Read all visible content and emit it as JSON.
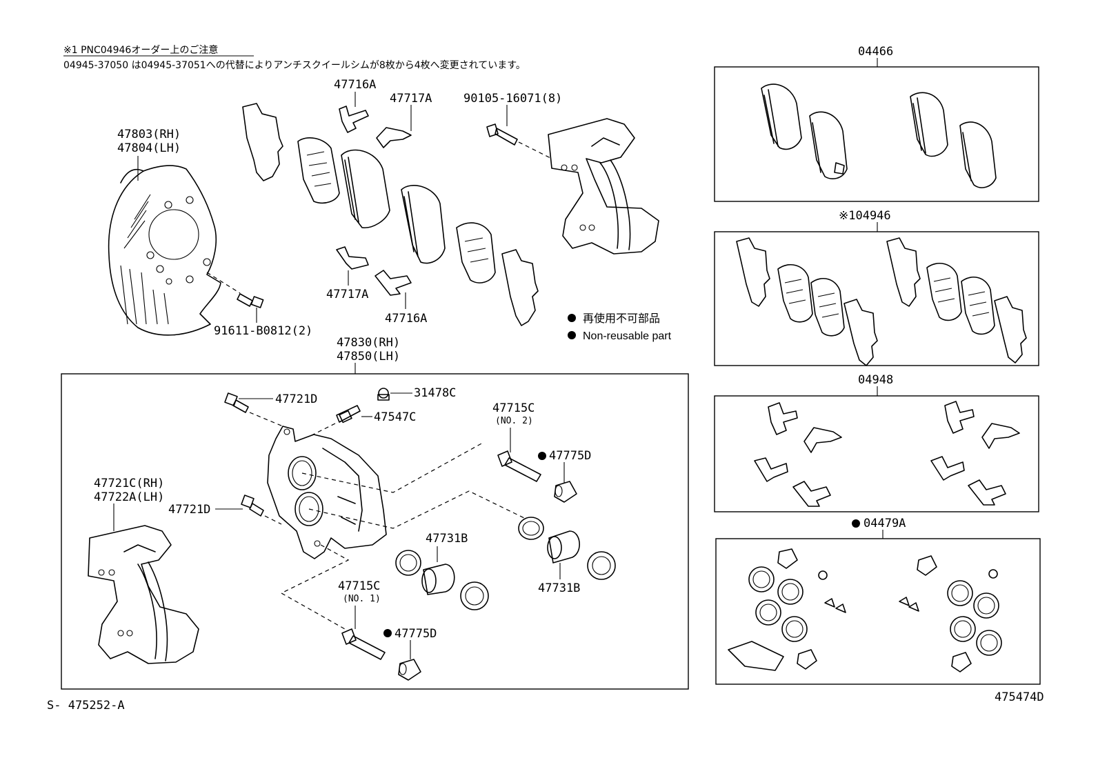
{
  "note": {
    "heading": "※1 PNC04946オーダー上のご注意",
    "body": "04945-37050 は04945-37051への代替によりアンチスクイールシムが8枚から4枚へ変更されています。"
  },
  "labels": {
    "l47716A_top": "47716A",
    "l47717A_top": "47717A",
    "l90105": "90105-16071(8)",
    "l47803": "47803(RH)",
    "l47804": "47804(LH)",
    "l47717A_bot": "47717A",
    "l47716A_bot": "47716A",
    "l91611": "91611-B0812(2)",
    "l47830": "47830(RH)",
    "l47850": "47850(LH)",
    "l47721D_top": "47721D",
    "l31478C": "31478C",
    "l47547C": "47547C",
    "l47715C_no2": "47715C",
    "l_no2": "(NO. 2)",
    "l47775D_top": "47775D",
    "l47721C": "47721C(RH)",
    "l47722A": "47722A(LH)",
    "l47721D_mid": "47721D",
    "l47731B_mid": "47731B",
    "l47731B_right": "47731B",
    "l47715C_no1": "47715C",
    "l_no1": "(NO. 1)",
    "l47775D_bot": "47775D"
  },
  "legend": {
    "jp": "再使用不可部品",
    "en": "Non-reusable part"
  },
  "kits": {
    "k04466": "04466",
    "k04946": "※104946",
    "k04948": "04948",
    "k04479A": "04479A"
  },
  "footer": {
    "left": "S- 475252-A",
    "right": "475474D"
  }
}
